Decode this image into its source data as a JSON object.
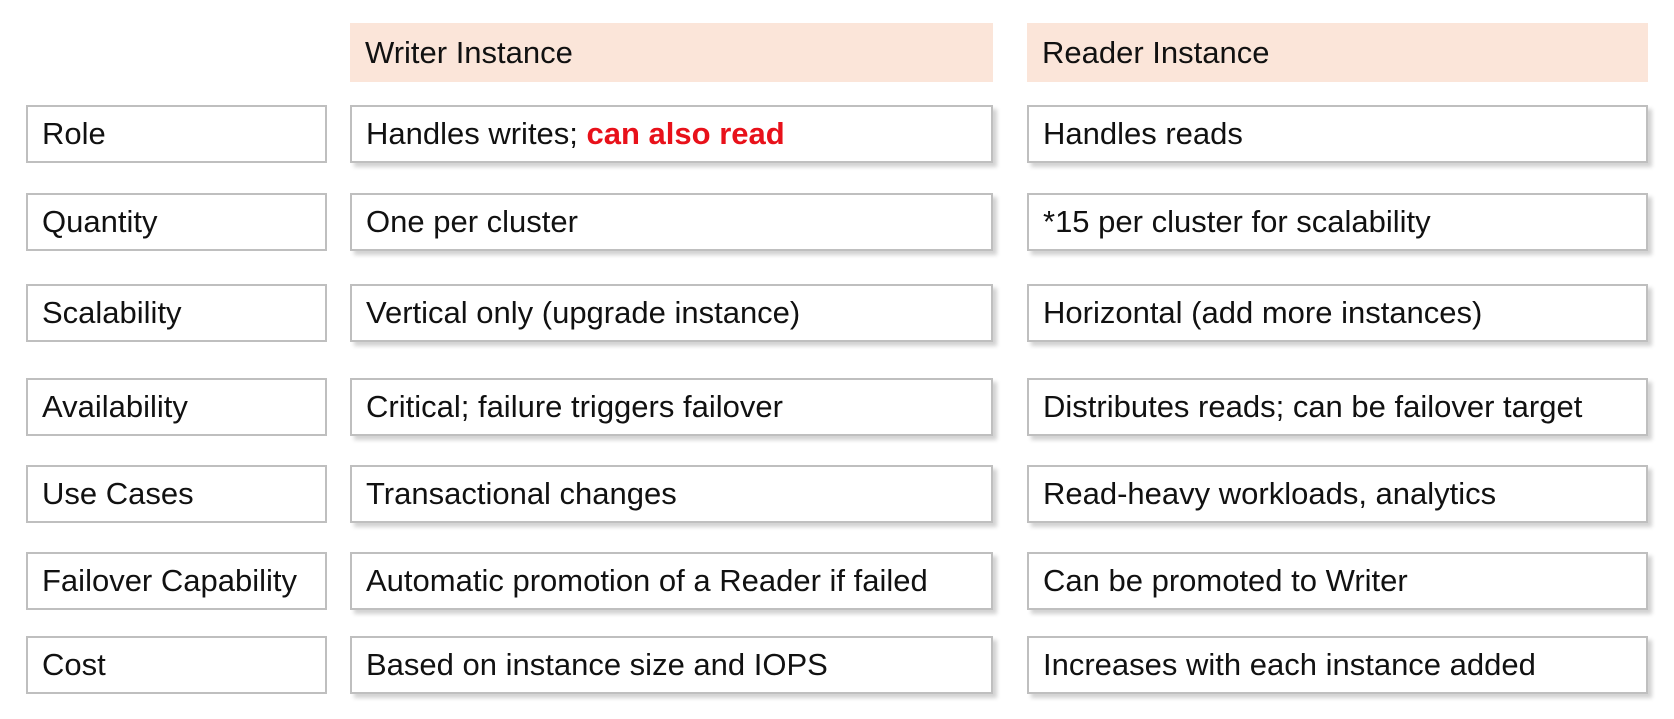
{
  "headers": {
    "writer": "Writer Instance",
    "reader": "Reader Instance"
  },
  "rows": [
    {
      "label": "Role",
      "writer": "Handles writes; ",
      "writer_highlight": "can also read",
      "reader": "Handles reads"
    },
    {
      "label": "Quantity",
      "writer": "One per cluster",
      "reader": "*15 per cluster for scalability"
    },
    {
      "label": "Scalability",
      "writer": "Vertical only (upgrade instance)",
      "reader": "Horizontal (add more instances)"
    },
    {
      "label": "Availability",
      "writer": "Critical; failure triggers failover",
      "reader": "Distributes reads; can be failover target"
    },
    {
      "label": "Use Cases",
      "writer": "Transactional changes",
      "reader": "Read-heavy workloads, analytics"
    },
    {
      "label": "Failover Capability",
      "writer": "Automatic promotion of a Reader if failed",
      "reader": "Can be promoted to Writer"
    },
    {
      "label": "Cost",
      "writer": "Based on instance size and IOPS",
      "reader": "Increases with each instance added"
    }
  ],
  "colors": {
    "header_bg": "#fbe5d9",
    "highlight": "#e8111a",
    "border": "#bfbfbf"
  }
}
